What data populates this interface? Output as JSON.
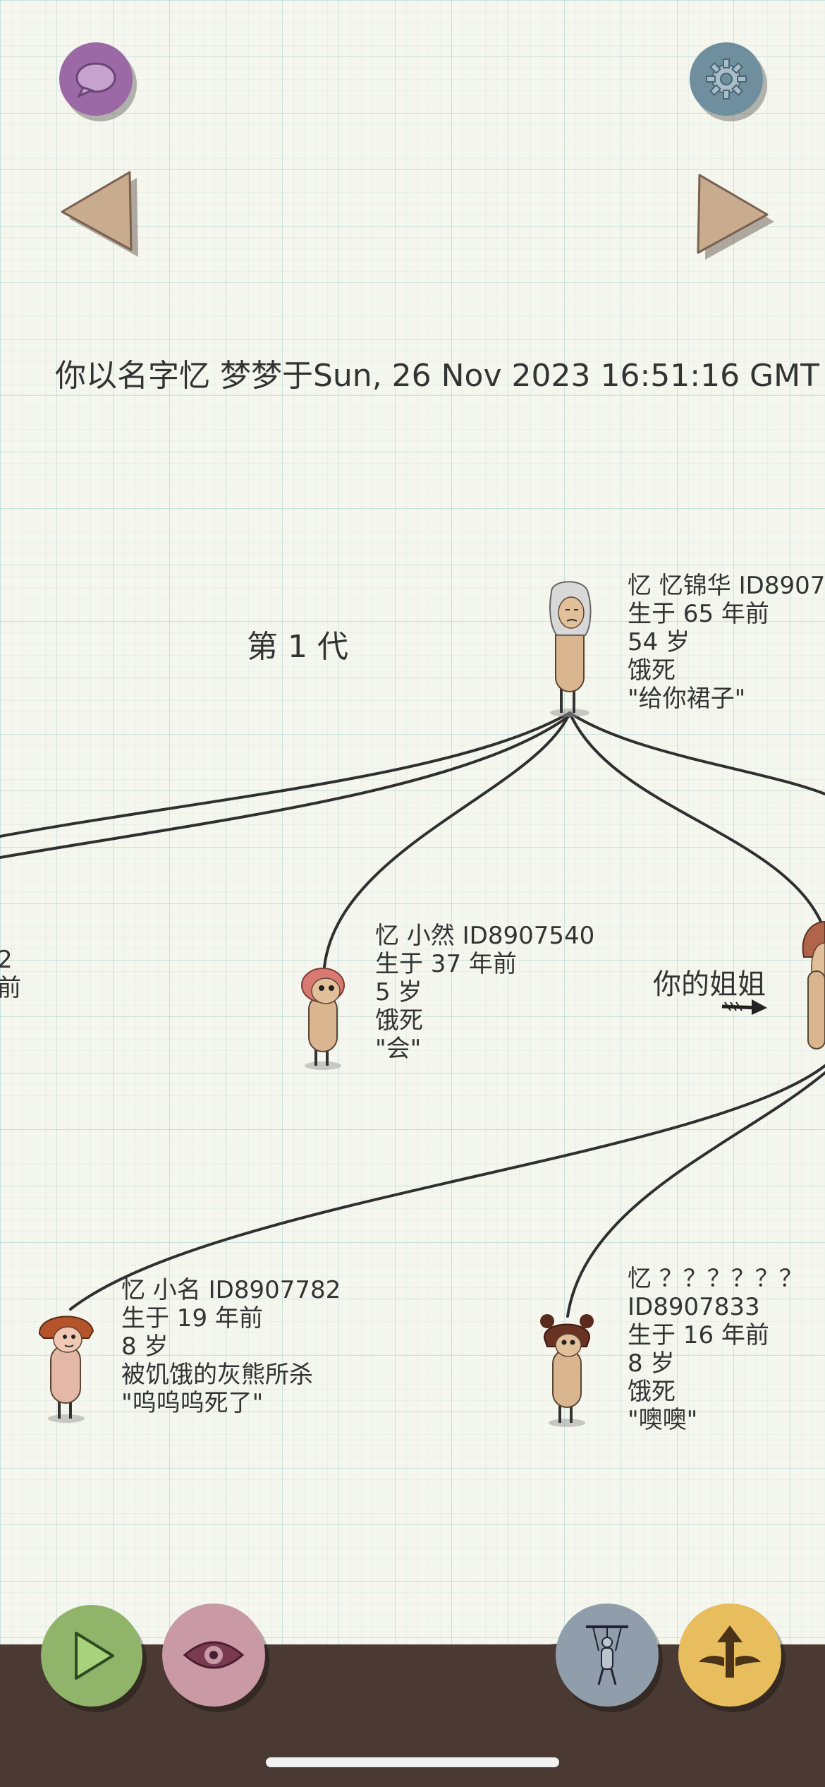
{
  "header": {
    "title": "你以名字忆 梦梦于Sun, 26 Nov 2023 16:51:16 GMT"
  },
  "tree": {
    "generation_label": "第 1 代",
    "sister_label": "你的姐姐",
    "people": [
      {
        "id": "root",
        "lines": [
          "忆 忆锦华 ID8907",
          "生于 65 年前",
          "54 岁",
          "饿死",
          "\"给你裙子\""
        ]
      },
      {
        "id": "left",
        "lines": [
          "2",
          "前"
        ]
      },
      {
        "id": "ran",
        "lines": [
          "忆 小然 ID8907540",
          "生于 37 年前",
          "5 岁",
          "饿死",
          "\"会\""
        ]
      },
      {
        "id": "ming",
        "lines": [
          "忆 小名 ID8907782",
          "生于 19 年前",
          "8 岁",
          "被饥饿的灰熊所杀",
          "\"呜呜呜死了\""
        ]
      },
      {
        "id": "unknown",
        "lines": [
          "忆 ？？？？？？",
          "ID8907833",
          "生于 16 年前",
          "8 岁",
          "饿死",
          "\"噢噢\""
        ]
      }
    ]
  },
  "colors": {
    "chat": "#9b6aa6",
    "settings": "#6f8e9e",
    "arrow": "#c9ab8e",
    "play": "#8fb46a",
    "eye": "#c99aa6",
    "puppet": "#8f9eaa",
    "wings": "#e7bd5e",
    "ground": "#4a3a33"
  },
  "icons": {
    "chat": "speech-bubble-icon",
    "settings": "gear-icon",
    "prev": "triangle-left-icon",
    "next": "triangle-right-icon",
    "play": "play-icon",
    "eye": "eye-icon",
    "puppet": "puppet-icon",
    "wings": "winged-arrow-icon"
  }
}
